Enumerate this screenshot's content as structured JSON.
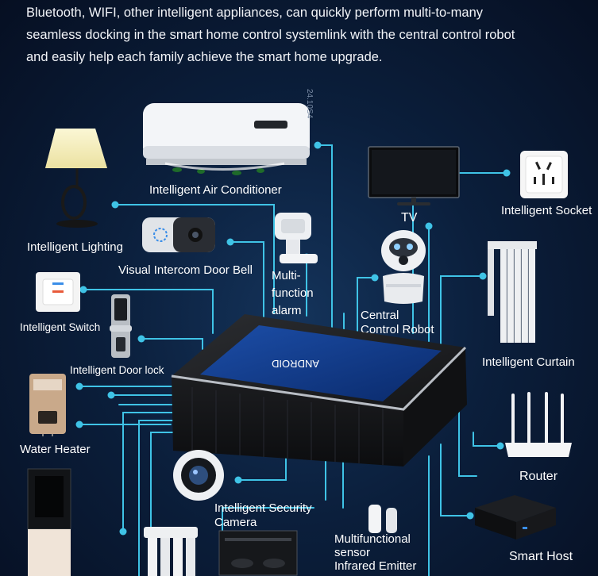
{
  "intro": {
    "line1": "Bluetooth, WIFI, other intelligent appliances, can quickly perform multi-to-many",
    "line2": "seamless docking in the smart home control systemlink with the central control robot",
    "line3": "and easily help each family achieve the smart home upgrade."
  },
  "devices": {
    "air_conditioner": "Intelligent Air Conditioner",
    "tv": "TV",
    "socket": "Intelligent Socket",
    "lighting": "Intelligent Lighting",
    "doorbell": "Visual Intercom Door Bell",
    "alarm_1": "Multi-",
    "alarm_2": "function",
    "alarm_3": "alarm",
    "robot_1": "Central",
    "robot_2": "Control Robot",
    "curtain": "Intelligent Curtain",
    "switch": "Intelligent Switch",
    "doorlock": "Intelligent Door lock",
    "water_heater": "Water Heater",
    "router": "Router",
    "camera_1": "Intelligent Security",
    "camera_2": "Camera",
    "sensor_1": "Multifunctional",
    "sensor_2": "sensor",
    "sensor_3": "Infrared Emitter",
    "smart_host": "Smart Host"
  },
  "hub": {
    "screen_text": "ANDROID",
    "ac_vertical_text": "24.10S4"
  },
  "colors": {
    "wire": "#3fc3e6",
    "background": "#0b1f3c"
  }
}
